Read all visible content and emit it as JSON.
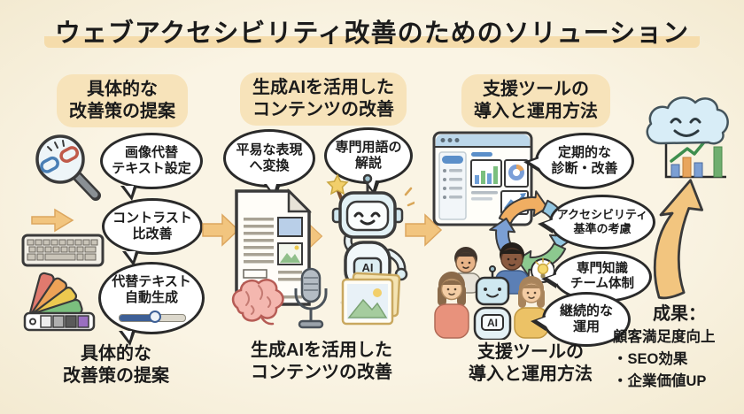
{
  "title": "ウェブアクセシビリティ改善のためのソリューション",
  "columns": [
    {
      "header": "具体的な\n改善策の提案",
      "caption": "具体的な\n改善策の提案",
      "bubbles": [
        "画像代替\nテキスト設定",
        "コントラスト\n比改善",
        "代替テキスト\n自動生成"
      ],
      "icons": [
        "magnifier-broken-link-icon",
        "keyboard-arrow-icon",
        "color-swatch-fan-icon"
      ]
    },
    {
      "header": "生成AIを活用した\nコンテンツの改善",
      "caption": "生成AIを活用した\nコンテンツの改善",
      "bubbles": [
        "平易な表現\nへ変換",
        "専門用語の\n解説"
      ],
      "robot_label": "AI",
      "icons": [
        "document-icon",
        "ai-robot-wand-icon",
        "brain-icon",
        "microphone-icon",
        "photos-icon"
      ]
    },
    {
      "header": "支援ツールの\n導入と運用方法",
      "caption": "支援ツールの\n導入と運用方法",
      "bubbles": [
        "定期的な\n診断・改善",
        "アクセシビリティ\n基準の考慮",
        "専門知識\nチーム体制",
        "継続的な\n運用"
      ],
      "robot_label": "AI",
      "icons": [
        "dashboard-icon",
        "cycle-arrows-icon",
        "team-with-ai-icon",
        "lightbulb-icon"
      ]
    }
  ],
  "results": {
    "heading": "成果：",
    "lines": "顧客満足度向上\n・SEO効果\n・企業価値UP"
  },
  "colors": {
    "background": "#f8f1dd",
    "highlight": "#f5dcab",
    "arrow": "#f2c57f",
    "bubble_border": "#2a2a2a",
    "cycle_orange": "#f0ae62",
    "cycle_lightblue": "#93c6e0",
    "cycle_green": "#8cc98f",
    "cycle_blue": "#7b9fd4"
  }
}
